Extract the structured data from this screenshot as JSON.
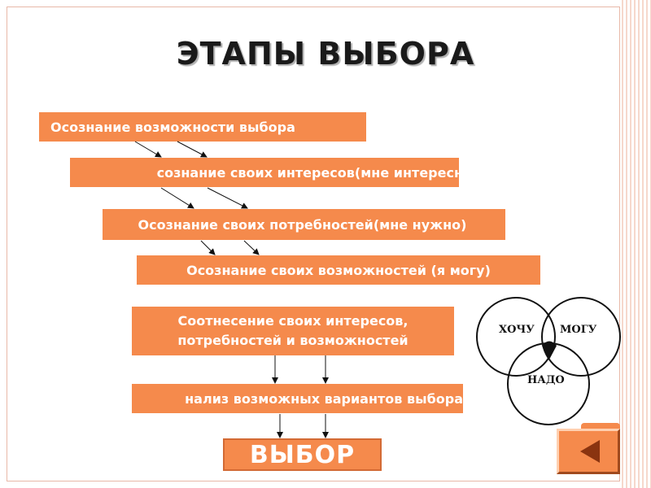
{
  "slide": {
    "title": "ЭТАПЫ ВЫБОРА",
    "steps": [
      "Осознание возможности выбора",
      "сознание своих интересов(мне интересно",
      "Осознание своих потребностей(мне нужно)",
      "Осознание своих возможностей (я могу)",
      [
        "Соотнесение своих интересов,",
        "потребностей и возможностей"
      ],
      "нализ возможных вариантов выбора",
      "ВЫБОР"
    ]
  },
  "venn": {
    "labels": [
      "ХОЧУ",
      "МОГУ",
      "НАДО"
    ]
  },
  "colors": {
    "box_fill": "#f58a4c",
    "box_text": "#ffffff",
    "frame_accent": "#f6d8cc"
  },
  "icons": {
    "nav": "back-triangle-icon"
  }
}
